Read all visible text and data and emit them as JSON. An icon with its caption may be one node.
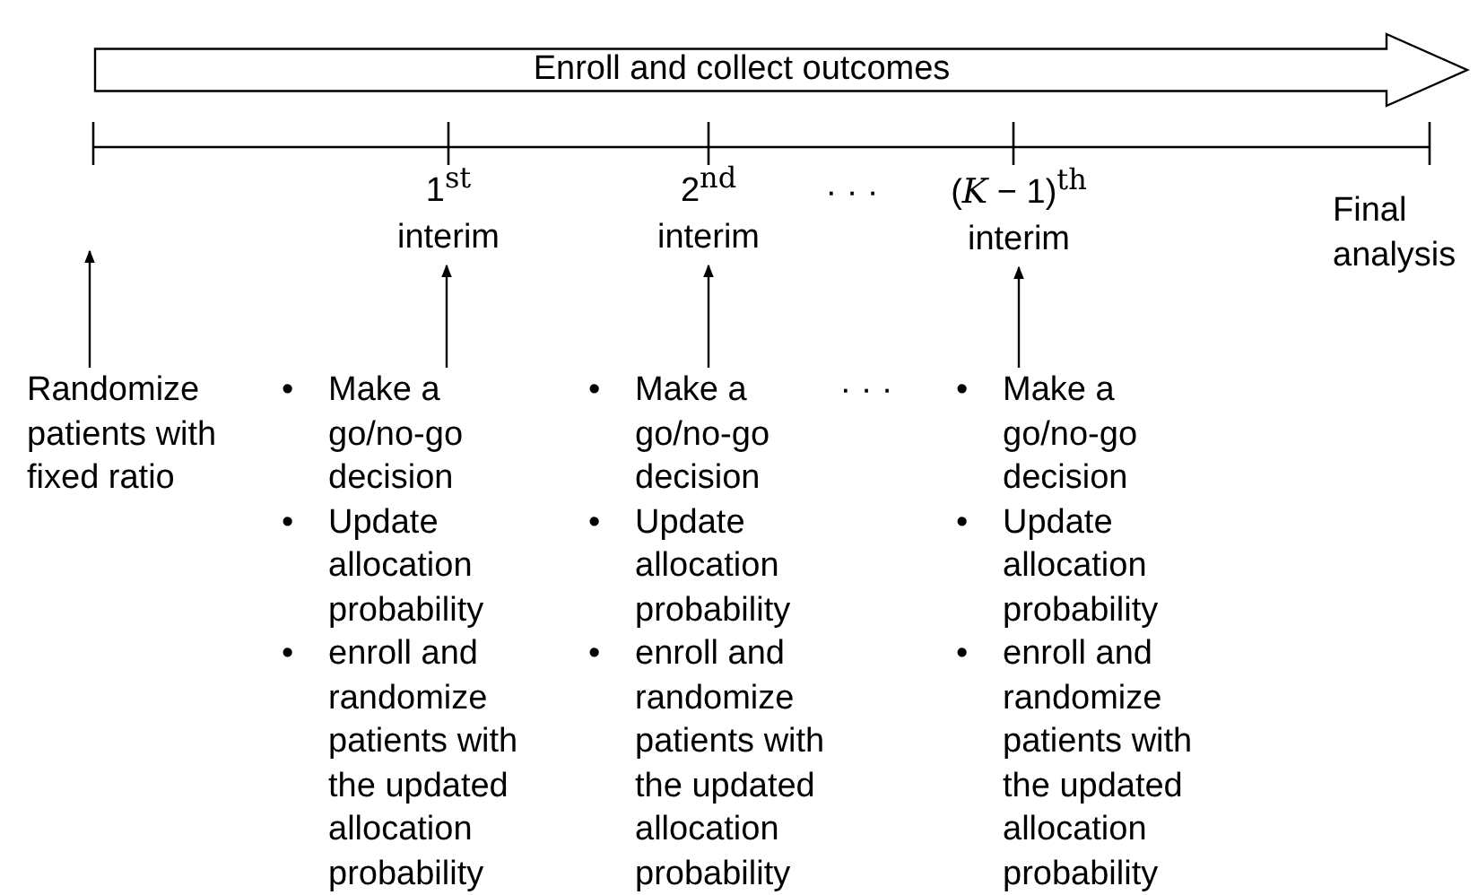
{
  "diagram": {
    "nodes": [
      {
        "text": [
          "Enroll and collect outcomes"
        ]
      },
      {
        "text": [
          "1$^{st}$ interim"
        ]
      },
      {
        "text": [
          "2$^{nd}$ interim"
        ]
      },
      {
        "text": [
          "(*K* − 1)$^{th}$ interim"
        ]
      },
      {
        "text": [
          "Randomize patients with fixed ratio"
        ]
      },
      {
        "text": [
          "•\tMake a go/no-go decision",
          "•\tUpdate allocation probability",
          "•\tenroll and randomize patients with the updated allocation probability"
        ]
      },
      {
        "text": [
          "•\tMake a go/no-go decision",
          "•\tUpdate allocation probability",
          "•\tenroll and randomize patients with the updated allocation probability"
        ]
      },
      {
        "text": [
          "•\tMake a go/no-go decision",
          "•\tUpdate allocation probability",
          "•\tenroll and randomize patients with the updated allocation probability"
        ]
      }
    ],
    "edges": [
      {
        "from": 4,
        "to": null,
        "arrow": "to"
      },
      {
        "from": 5,
        "to": 1,
        "arrow": "to"
      },
      {
        "from": 6,
        "to": 2,
        "arrow": "to"
      },
      {
        "from": 7,
        "to": 3,
        "arrow": "to"
      }
    ],
    "labels": [
      "· · ·",
      "Final analysis",
      "· · ·"
    ]
  }
}
